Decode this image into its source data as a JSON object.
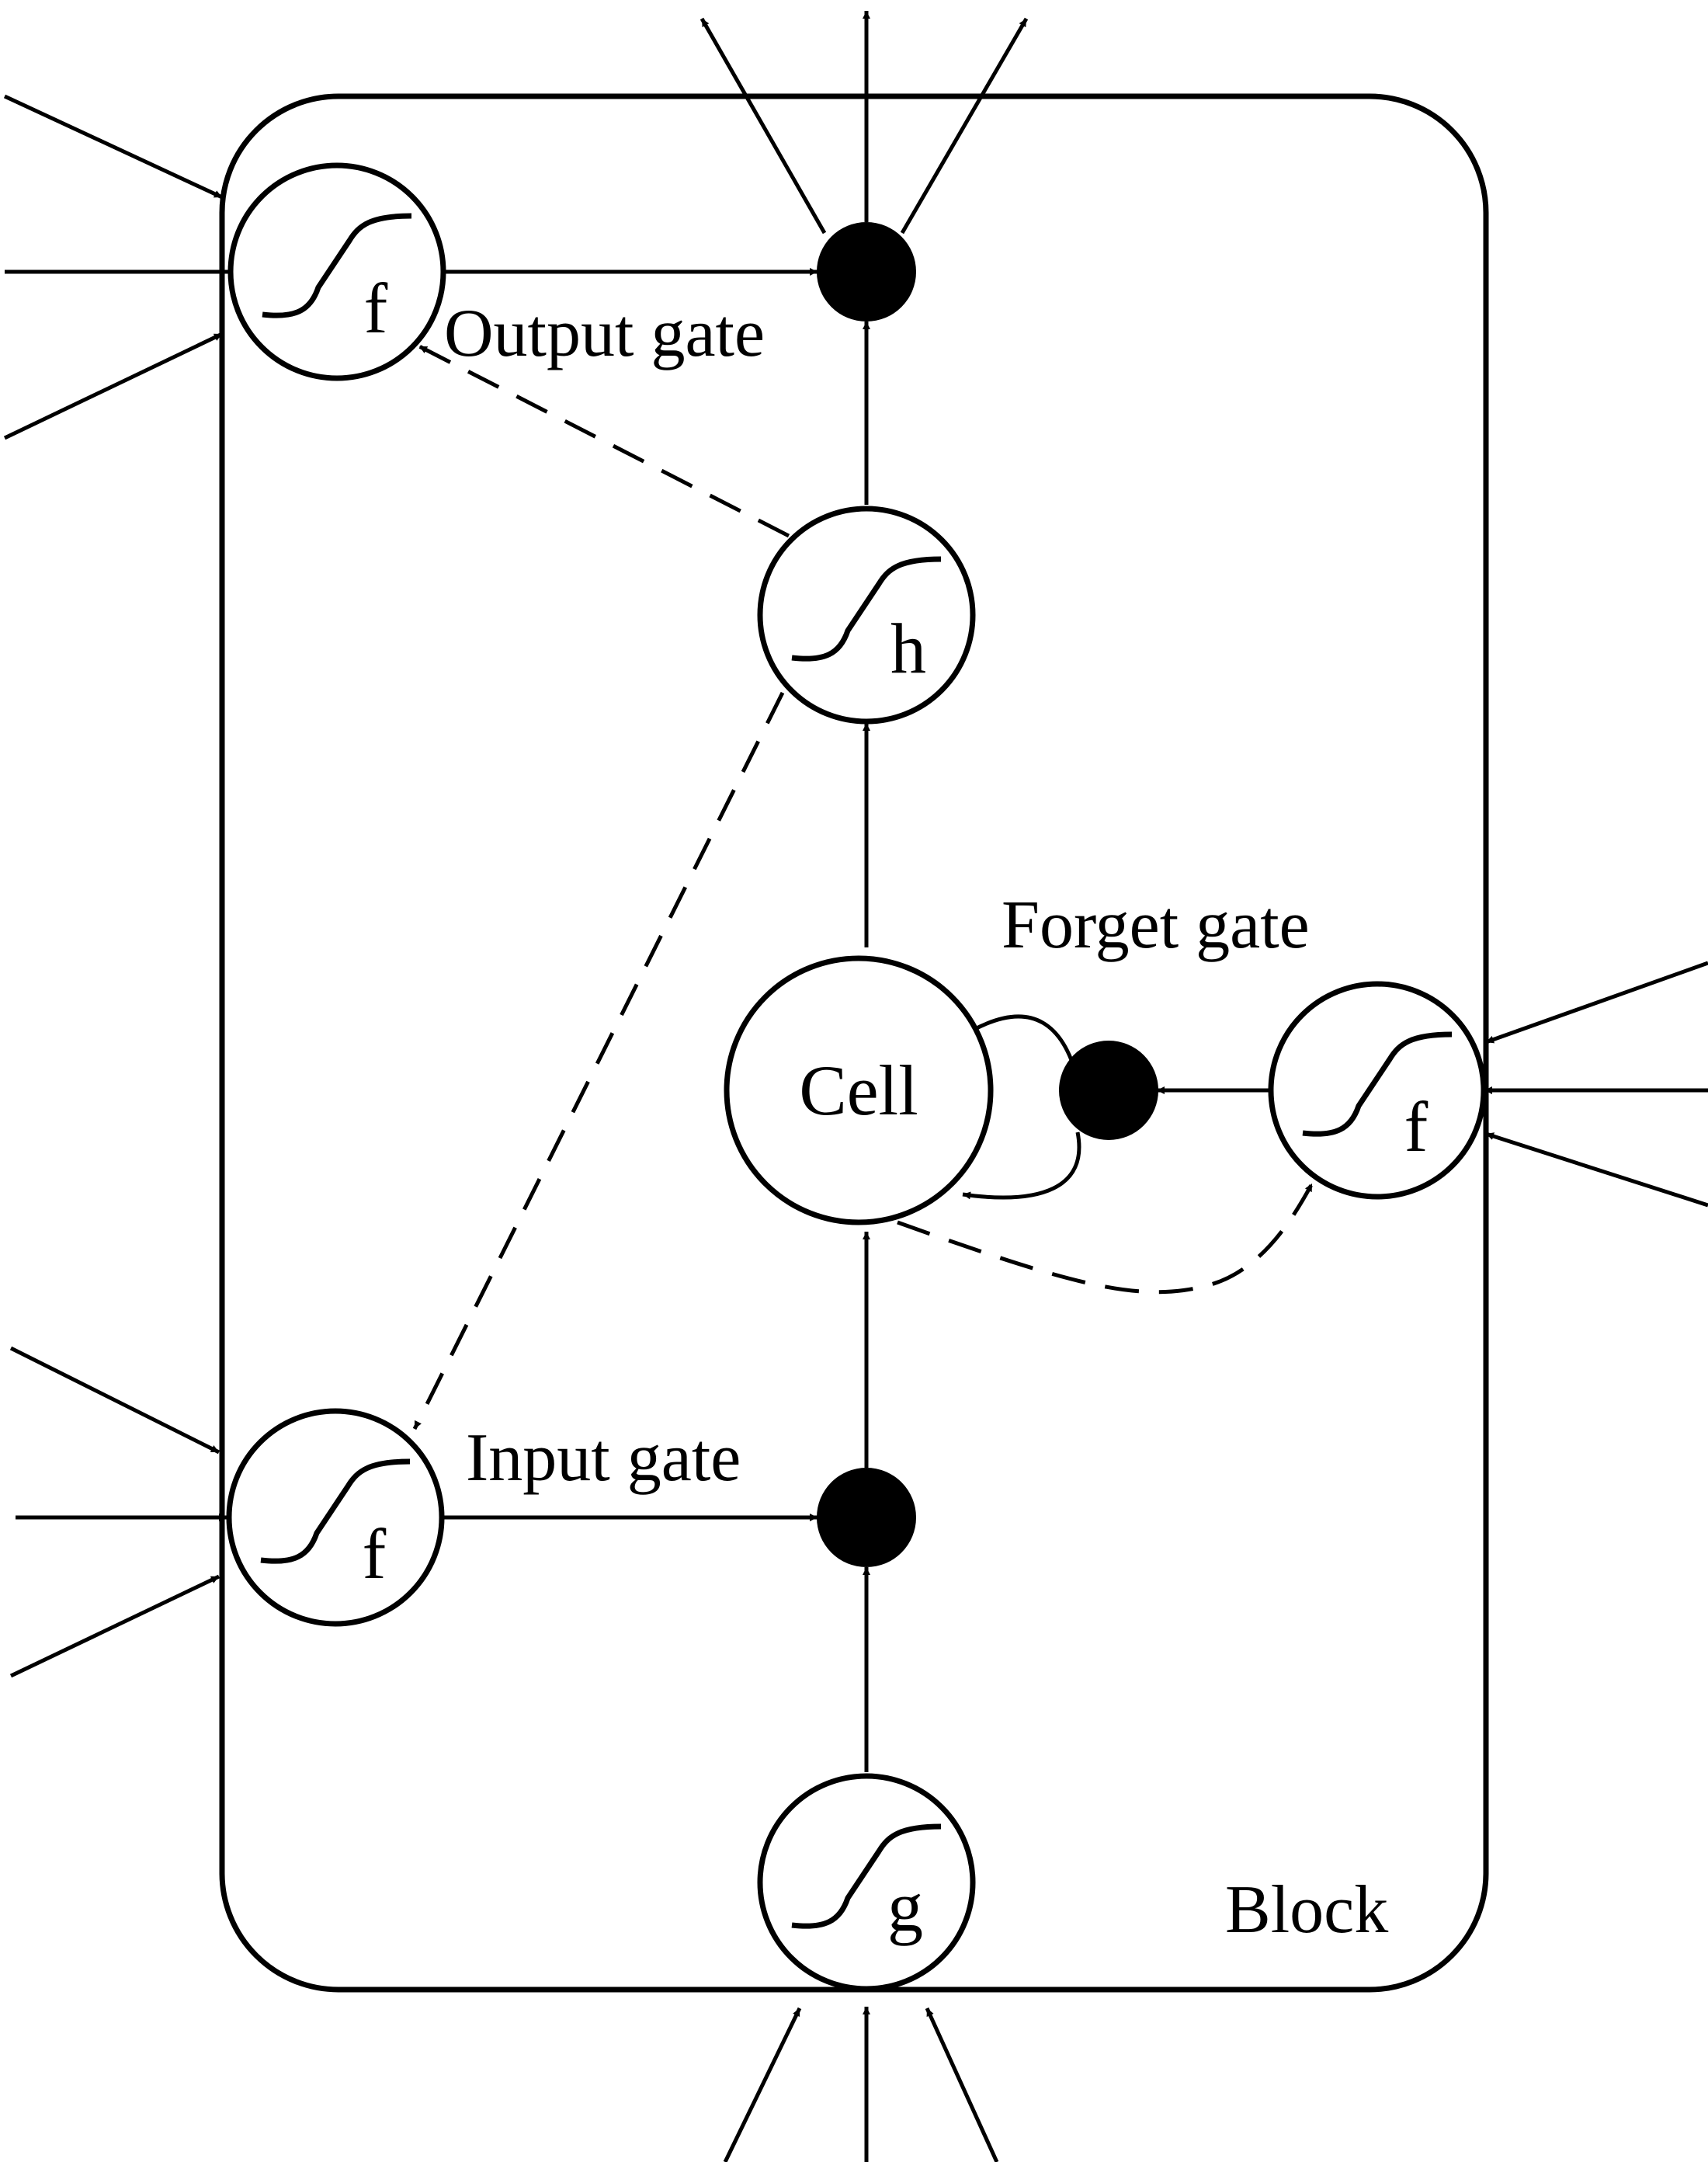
{
  "block": {
    "label": "Block"
  },
  "cell": {
    "label": "Cell"
  },
  "gates": {
    "output": {
      "label": "Output gate",
      "function": "f"
    },
    "input": {
      "label": "Input gate",
      "function": "f"
    },
    "forget": {
      "label": "Forget gate",
      "function": "f"
    }
  },
  "squash": {
    "cell_output": {
      "function": "h"
    },
    "cell_input": {
      "function": "g"
    }
  },
  "colors": {
    "stroke": "#000000",
    "background": "#ffffff",
    "multiplier": "#000000"
  }
}
